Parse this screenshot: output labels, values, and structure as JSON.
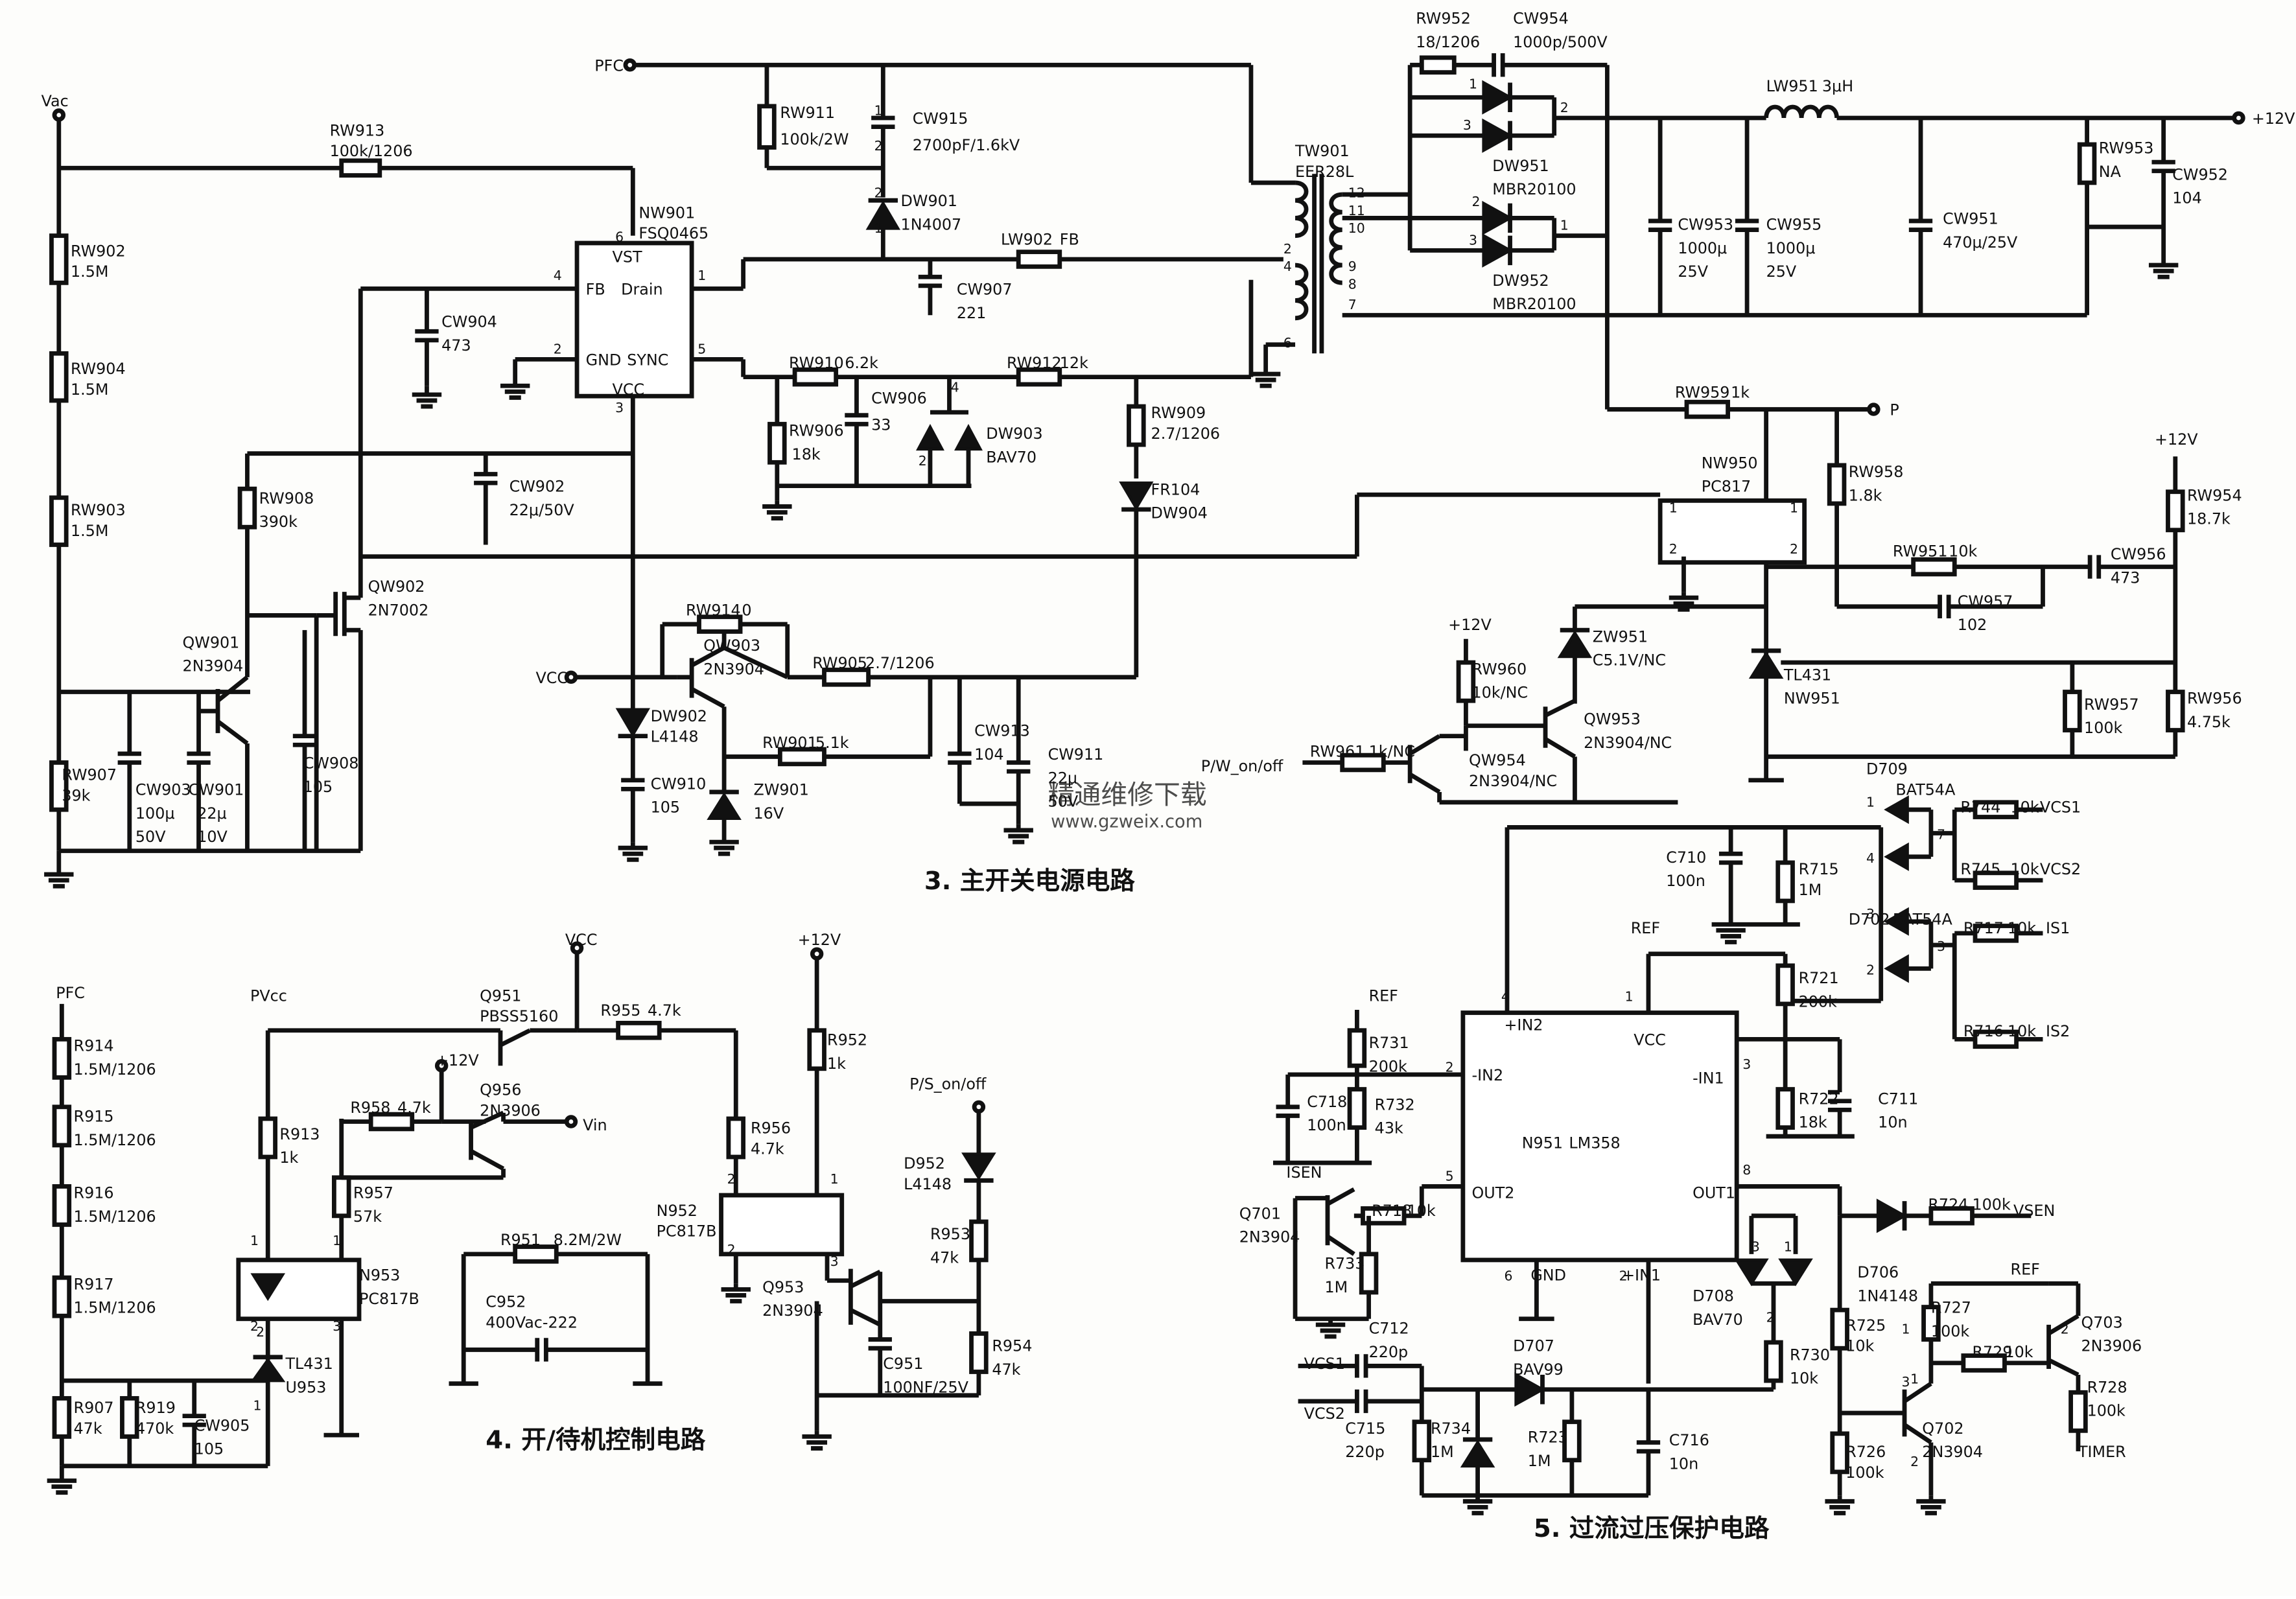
{
  "sections": {
    "main": "3. 主开关电源电路",
    "standby": "4. 开/待机控制电路",
    "protect": "5. 过流过压保护电路"
  },
  "watermark": {
    "name": "精通维修下载",
    "url": "www.gzweix.com"
  },
  "labels": [
    "Vac",
    "RW913",
    "100k/1206",
    "RW902",
    "1.5M",
    "RW904",
    "1.5M",
    "RW903",
    "1.5M",
    "RW907",
    "39k",
    "CW903",
    "100μ",
    "50V",
    "CW901",
    "22μ",
    "10V",
    "PFC",
    "RW911",
    "100k/2W",
    "CW915",
    "2700pF/1.6kV",
    "DW901",
    "1N4007",
    "NW901",
    "FSQ0465",
    "VST",
    "FB",
    "Drain",
    "GND",
    "SYNC",
    "VCC",
    "CW904",
    "473",
    "LW902",
    "FB",
    "CW907",
    "221",
    "RW910",
    "6.2k",
    "CW906",
    "33",
    "RW912",
    "12k",
    "RW906",
    "18k",
    "DW903",
    "BAV70",
    "RW909",
    "2.7/1206",
    "FR104",
    "DW904",
    "CW902",
    "22μ/50V",
    "RW908",
    "390k",
    "QW902",
    "2N7002",
    "QW901",
    "2N3904",
    "CW908",
    "105",
    "RW914",
    "0",
    "QW903",
    "2N3904",
    "VCC",
    "RW905",
    "2.7/1206",
    "DW902",
    "L4148",
    "RW901",
    "5.1k",
    "CW910",
    "105",
    "ZW901",
    "16V",
    "CW913",
    "104",
    "CW911",
    "22μ",
    "50V",
    "RW952",
    "18/1206",
    "CW954",
    "1000p/500V",
    "DW951",
    "MBR20100",
    "DW952",
    "MBR20100",
    "TW901",
    "EER28L",
    "CW953",
    "1000μ",
    "25V",
    "CW955",
    "1000μ",
    "25V",
    "LW951",
    "3μH",
    "CW951",
    "470μ/25V",
    "RW953",
    "NA",
    "CW952",
    "104",
    "+12V",
    "RW959",
    "1k",
    "P",
    "NW950",
    "PC817",
    "RW958",
    "1.8k",
    "+12V",
    "RW954",
    "18.7k",
    "RW951",
    "10k",
    "CW956",
    "473",
    "CW957",
    "102",
    "ZW951",
    "C5.1V/NC",
    "+12V",
    "RW960",
    "10k/NC",
    "QW953",
    "2N3904/NC",
    "TL431",
    "NW951",
    "RW957",
    "100k",
    "RW956",
    "4.75k",
    "P/W_on/off",
    "RW961",
    "1k/NC",
    "QW954",
    "2N3904/NC",
    "PFC",
    "R914",
    "1.5M/1206",
    "R915",
    "1.5M/1206",
    "R916",
    "1.5M/1206",
    "R917",
    "1.5M/1206",
    "R907",
    "47k",
    "R919",
    "470k",
    "CW905",
    "105",
    "PVcc",
    "R913",
    "1k",
    "N953",
    "PC817B",
    "TL431",
    "U953",
    "R957",
    "57k",
    "Q951",
    "PBSS5160",
    "VCC",
    "R955",
    "4.7k",
    "+12V",
    "Q956",
    "2N3906",
    "R958",
    "4.7k",
    "Vin",
    "R951",
    "8.2M/2W",
    "C952",
    "400Vac-222",
    "R956",
    "4.7k",
    "N952",
    "PC817B",
    "Q953",
    "2N3904",
    "+12V",
    "R952",
    "1k",
    "C951",
    "100NF/25V",
    "P/S_on/off",
    "D952",
    "L4148",
    "R953",
    "47k",
    "R954",
    "47k",
    "D709",
    "BAT54A",
    "R744",
    "10k",
    "VCS1",
    "R745",
    "10k",
    "VCS2",
    "C710",
    "100n",
    "R715",
    "1M",
    "D702",
    "BAT54A",
    "R717",
    "10k",
    "IS1",
    "R716",
    "10k",
    "IS2",
    "REF",
    "R721",
    "200k",
    "R722",
    "18k",
    "C711",
    "10n",
    "REF",
    "R731",
    "200k",
    "R732",
    "43k",
    "C718",
    "100n",
    "N951",
    "LM358",
    "+IN2",
    "VCC",
    "-IN2",
    "-IN1",
    "OUT2",
    "OUT1",
    "GND",
    "+IN1",
    "ISEN",
    "Q701",
    "2N3904",
    "R718",
    "10k",
    "R733",
    "1M",
    "R724",
    "100k",
    "VSEN",
    "D706",
    "1N4148",
    "D708",
    "BAV70",
    "C712",
    "220p",
    "VCS1",
    "VCS2",
    "C715",
    "220p",
    "D707",
    "BAV99",
    "R734",
    "1M",
    "R723",
    "1M",
    "C716",
    "10n",
    "R730",
    "10k",
    "R725",
    "10k",
    "R726",
    "100k",
    "R727",
    "100k",
    "R729",
    "10k",
    "REF",
    "Q703",
    "2N3906",
    "Q702",
    "2N3904",
    "R728",
    "100k",
    "TIMER"
  ],
  "pins": [
    "6",
    "4",
    "1",
    "2",
    "5",
    "3",
    "1",
    "2",
    "2",
    "1",
    "12",
    "11",
    "10",
    "2",
    "3",
    "4",
    "9",
    "8",
    "7",
    "6",
    "1",
    "2",
    "2",
    "1",
    "2",
    "4",
    "3",
    "1",
    "2",
    "1",
    "2",
    "1",
    "2",
    "1",
    "3",
    "2",
    "1",
    "2",
    "2",
    "1",
    "3",
    "4",
    "1",
    "2",
    "3",
    "5",
    "8",
    "6",
    "2",
    "7",
    "1",
    "4",
    "3",
    "3",
    "2",
    "3",
    "1",
    "2",
    "1",
    "2",
    "1",
    "3",
    "2",
    "1"
  ]
}
